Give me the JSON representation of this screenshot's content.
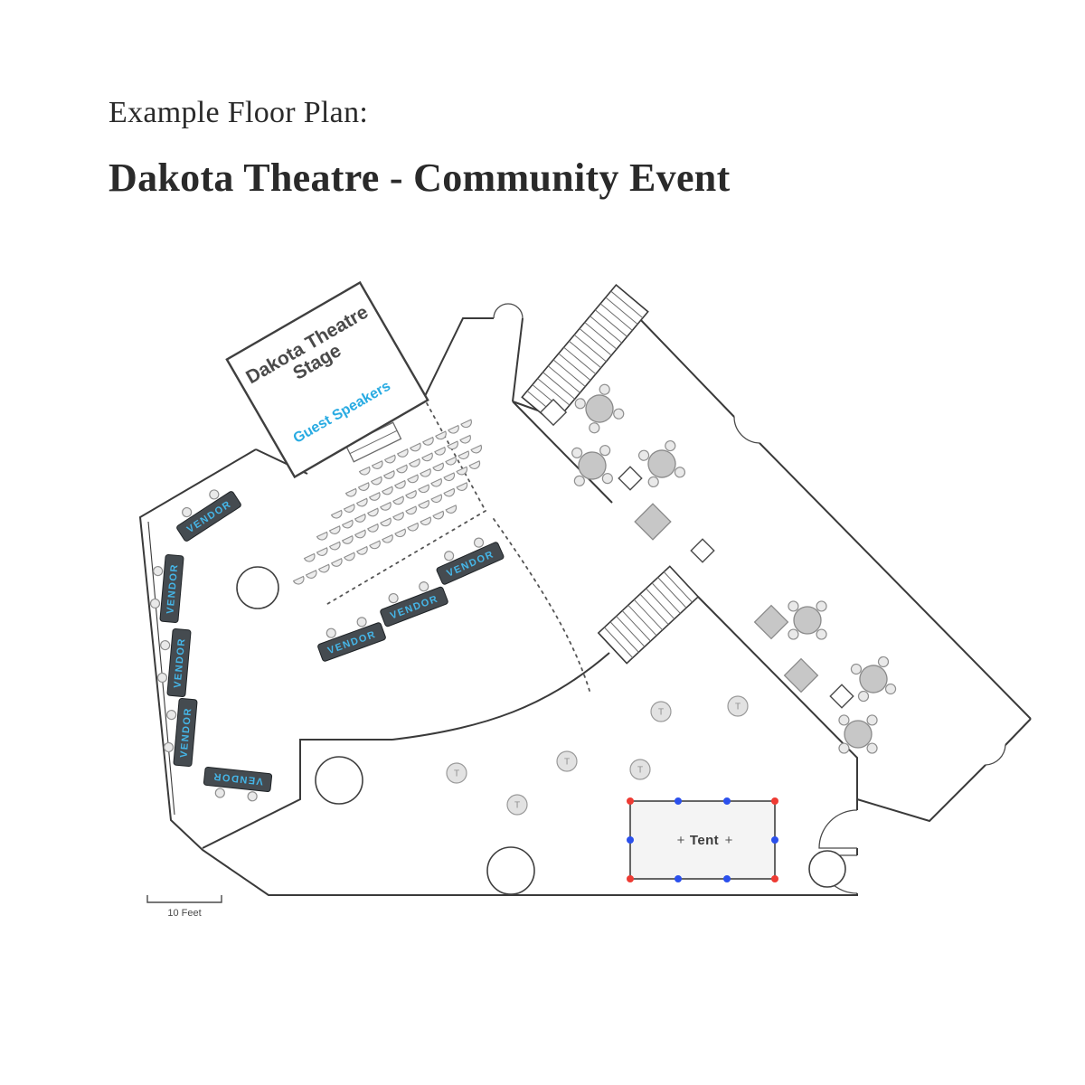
{
  "header": {
    "title": "Example Floor Plan:",
    "subtitle": "Dakota Theatre - Community Event"
  },
  "stage": {
    "line1": "Dakota Theatre",
    "line2": "Stage",
    "subtitle": "Guest Speakers"
  },
  "labels": {
    "vendor": "VENDOR",
    "tent": "Tent",
    "plus": "+",
    "t": "T"
  },
  "scale": {
    "label": "10 Feet"
  },
  "colors": {
    "accent_cyan": "#29abe2",
    "vendor_table": "#454b50",
    "handle_red": "#ee3b33",
    "handle_blue": "#2b50ed",
    "wall": "#3a3a3a",
    "furniture_gray": "#c7c7c7"
  }
}
